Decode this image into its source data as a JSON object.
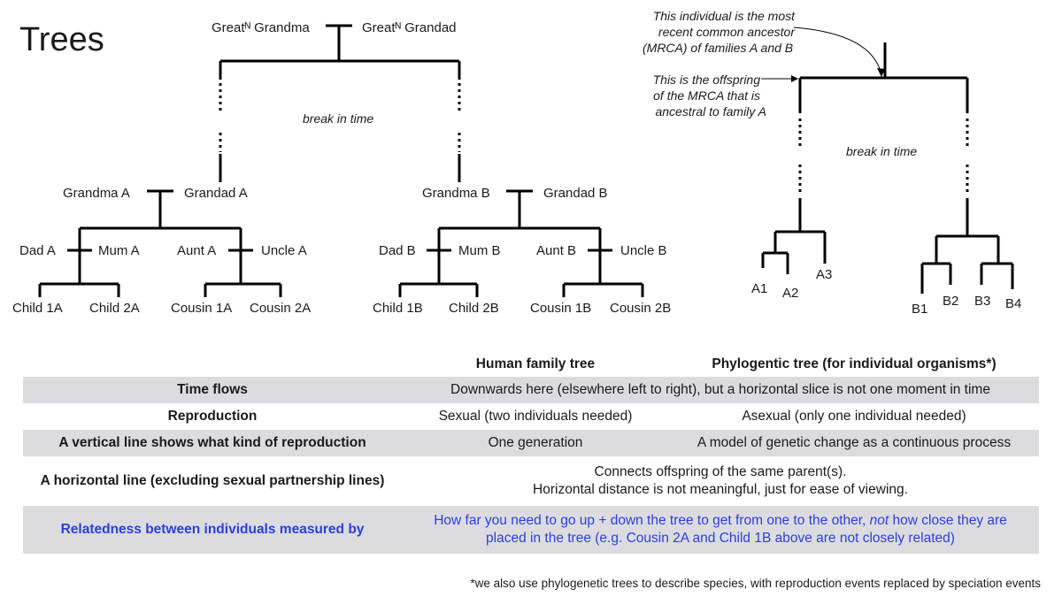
{
  "title": "Trees",
  "family_tree": {
    "top_left": "Greatᴺ Grandma",
    "top_right": "Greatᴺ Grandad",
    "break_label": "break in time",
    "grandma_a": "Grandma A",
    "grandad_a": "Grandad A",
    "grandma_b": "Grandma B",
    "grandad_b": "Grandad B",
    "dad_a": "Dad A",
    "mum_a": "Mum A",
    "aunt_a": "Aunt A",
    "uncle_a": "Uncle A",
    "dad_b": "Dad B",
    "mum_b": "Mum B",
    "aunt_b": "Aunt B",
    "uncle_b": "Uncle B",
    "child_1a": "Child 1A",
    "child_2a": "Child 2A",
    "cousin_1a": "Cousin 1A",
    "cousin_2a": "Cousin 2A",
    "child_1b": "Child 1B",
    "child_2b": "Child 2B",
    "cousin_1b": "Cousin 1B",
    "cousin_2b": "Cousin 2B"
  },
  "phylo_tree": {
    "mrca_note": [
      "This individual is the most",
      "recent common ancestor",
      "(MRCA) of families A and B"
    ],
    "offspring_note": [
      "This is the offspring",
      "of the MRCA that is",
      "ancestral to family A"
    ],
    "break_label": "break in time",
    "leaves": [
      "A1",
      "A2",
      "A3",
      "B1",
      "B2",
      "B3",
      "B4"
    ]
  },
  "table": {
    "header": {
      "family": "Human family tree",
      "phylo": "Phylogentic tree (for individual organisms*)"
    },
    "rows": [
      {
        "label": "Time flows",
        "combined": "Downwards here (elsewhere left to right), but a horizontal slice is not one moment in time"
      },
      {
        "label": "Reproduction",
        "family": "Sexual (two individuals needed)",
        "phylo": "Asexual (only one individual needed)"
      },
      {
        "label": "A vertical line shows what kind of reproduction",
        "family": "One generation",
        "phylo": "A model of genetic change as a continuous process"
      },
      {
        "label": "A horizontal line (excluding sexual partnership lines)",
        "combined_lines": [
          "Connects offspring of the same parent(s).",
          "Horizontal distance is not meaningful, just for ease of viewing."
        ]
      },
      {
        "label": "Relatedness between individuals measured by",
        "combined_lines": [
          "How far you need to go up + down the tree to get from one to the other, ",
          "not",
          " how close they are",
          "placed in the tree (e.g. Cousin 2A and Child 1B above are not closely related)"
        ],
        "color": "#2b3fe0"
      }
    ]
  },
  "footnote": "*we also use phylogenetic trees to describe species, with reproduction events replaced by speciation events"
}
